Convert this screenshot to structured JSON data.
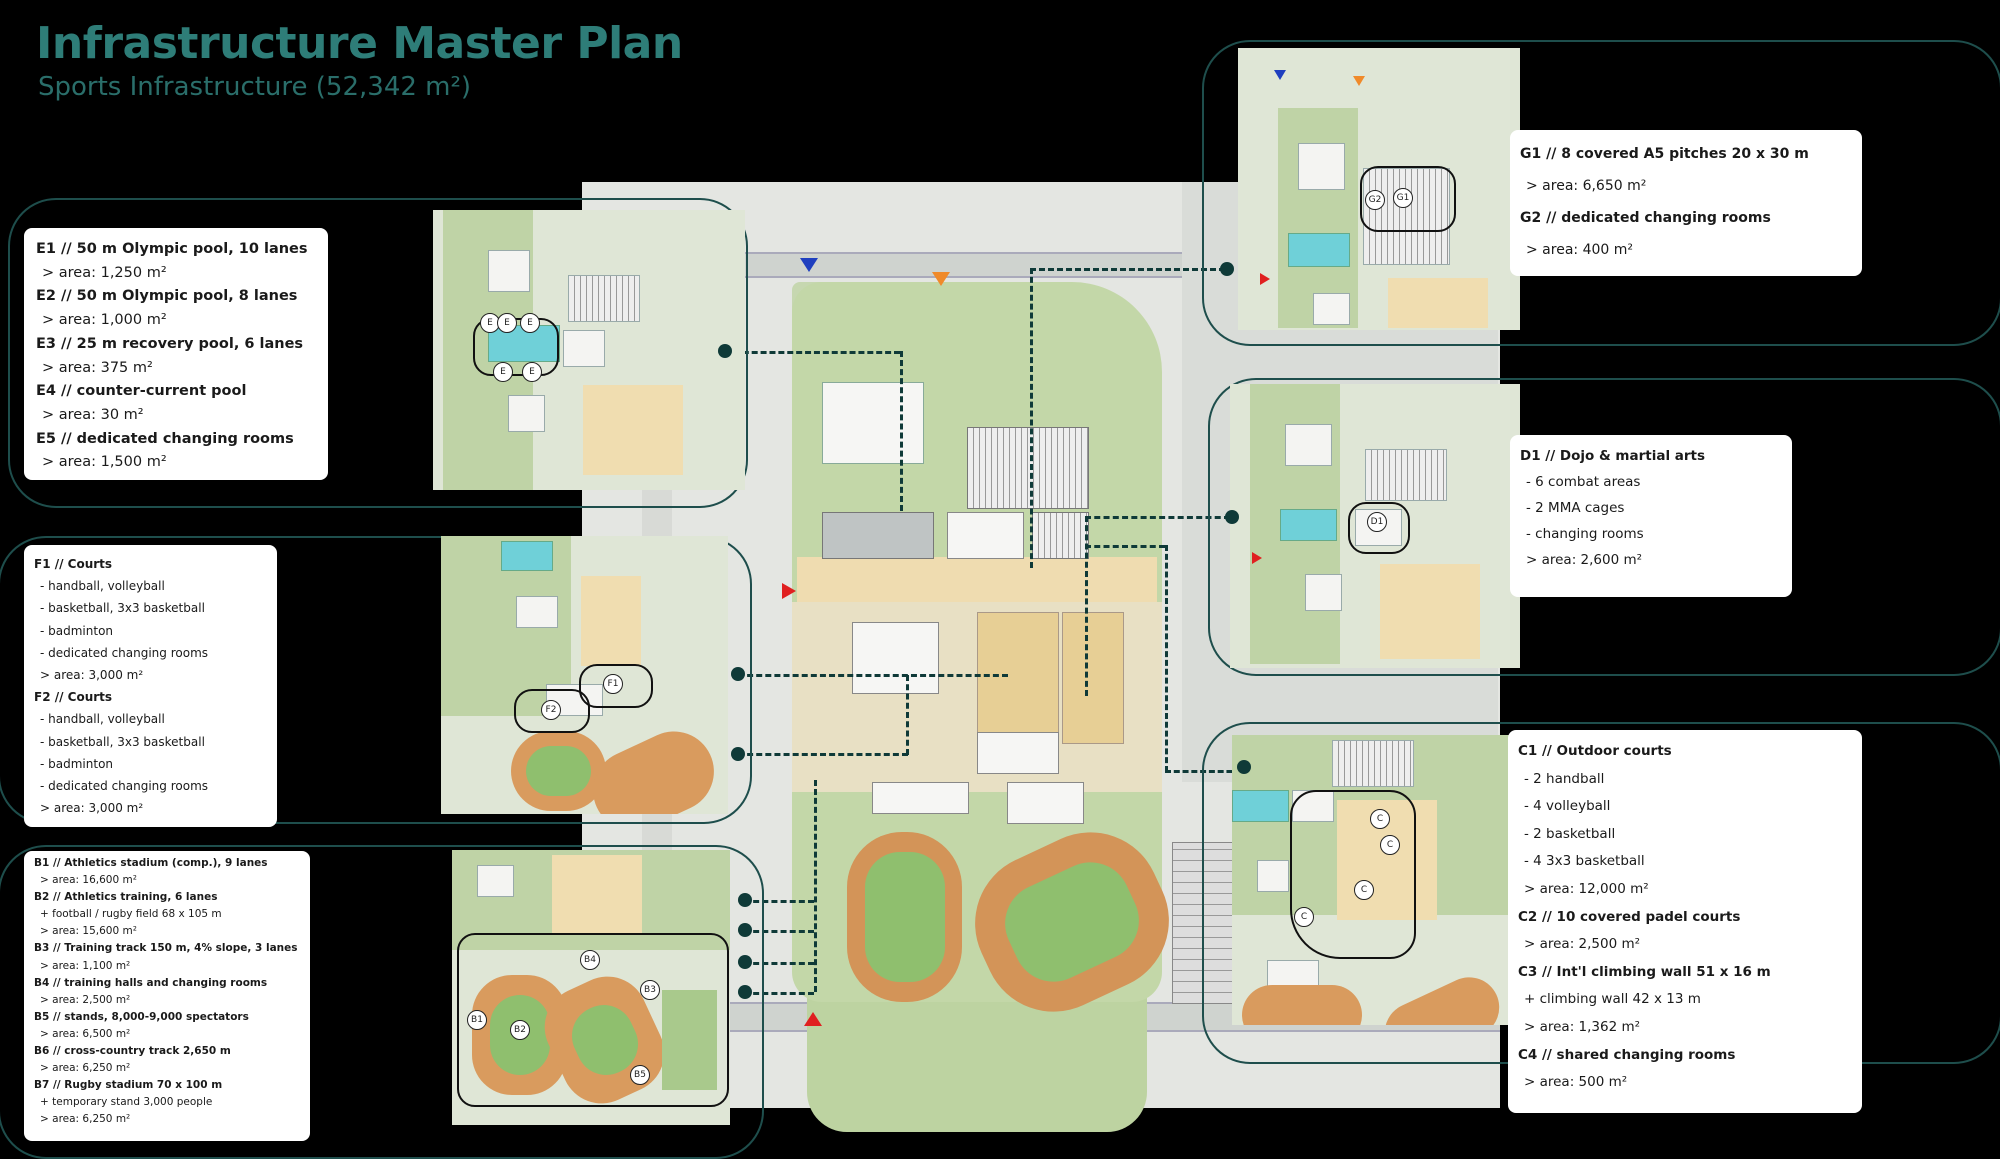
{
  "header": {
    "title": "Infrastructure Master Plan",
    "subtitle": "Sports Infrastructure (52,342 m²)"
  },
  "colors": {
    "accent": "#2e7d78",
    "frame": "#1e4e4c",
    "connector": "#0f3a38"
  },
  "zones": {
    "E": {
      "lines": [
        {
          "text": "E1 // 50 m Olympic pool, 10 lanes",
          "kind": "head"
        },
        {
          "text": "> area: 1,250 m²",
          "kind": "sub"
        },
        {
          "text": "E2 // 50 m Olympic pool, 8 lanes",
          "kind": "head"
        },
        {
          "text": "> area: 1,000 m²",
          "kind": "sub"
        },
        {
          "text": "E3 // 25 m recovery pool, 6 lanes",
          "kind": "head"
        },
        {
          "text": "> area: 375 m²",
          "kind": "sub"
        },
        {
          "text": "E4 // counter-current pool",
          "kind": "head"
        },
        {
          "text": "> area: 30 m²",
          "kind": "sub"
        },
        {
          "text": "E5 // dedicated changing rooms",
          "kind": "head"
        },
        {
          "text": "> area: 1,500 m²",
          "kind": "sub"
        }
      ],
      "markers": [
        "E",
        "E",
        "E",
        "E",
        "E"
      ]
    },
    "F": {
      "lines": [
        {
          "text": "F1 // Courts",
          "kind": "head"
        },
        {
          "text": "- handball, volleyball",
          "kind": "sub"
        },
        {
          "text": "- basketball, 3x3 basketball",
          "kind": "sub"
        },
        {
          "text": "- badminton",
          "kind": "sub"
        },
        {
          "text": "- dedicated changing rooms",
          "kind": "sub"
        },
        {
          "text": "> area: 3,000 m²",
          "kind": "sub"
        },
        {
          "text": "F2 // Courts",
          "kind": "head"
        },
        {
          "text": "- handball, volleyball",
          "kind": "sub"
        },
        {
          "text": "- basketball, 3x3 basketball",
          "kind": "sub"
        },
        {
          "text": "- badminton",
          "kind": "sub"
        },
        {
          "text": "- dedicated changing rooms",
          "kind": "sub"
        },
        {
          "text": "> area: 3,000 m²",
          "kind": "sub"
        }
      ],
      "markers": [
        "F1",
        "F2"
      ]
    },
    "B": {
      "lines": [
        {
          "text": "B1 // Athletics stadium (comp.), 9 lanes",
          "kind": "head"
        },
        {
          "text": "> area: 16,600 m²",
          "kind": "sub"
        },
        {
          "text": "B2 // Athletics training, 6 lanes",
          "kind": "head"
        },
        {
          "text": "+ football / rugby field 68 x 105 m",
          "kind": "sub"
        },
        {
          "text": "> area: 15,600 m²",
          "kind": "sub"
        },
        {
          "text": "B3 // Training track 150 m, 4% slope, 3 lanes",
          "kind": "head"
        },
        {
          "text": "> area: 1,100 m²",
          "kind": "sub"
        },
        {
          "text": "B4 // training halls and changing rooms",
          "kind": "head"
        },
        {
          "text": "> area: 2,500 m²",
          "kind": "sub"
        },
        {
          "text": "B5 // stands, 8,000-9,000 spectators",
          "kind": "head"
        },
        {
          "text": "> area: 6,500 m²",
          "kind": "sub"
        },
        {
          "text": "B6 // cross-country track 2,650 m",
          "kind": "head"
        },
        {
          "text": "> area: 6,250 m²",
          "kind": "sub"
        },
        {
          "text": "B7 // Rugby stadium 70 x 100 m",
          "kind": "head"
        },
        {
          "text": "+ temporary stand 3,000 people",
          "kind": "sub"
        },
        {
          "text": "> area: 6,250 m²",
          "kind": "sub"
        }
      ],
      "markers": [
        "B4",
        "B1",
        "B2",
        "B3",
        "B5"
      ]
    },
    "G": {
      "lines": [
        {
          "text": "G1 // 8 covered A5 pitches 20 x 30 m",
          "kind": "head"
        },
        {
          "text": "> area: 6,650 m²",
          "kind": "sub"
        },
        {
          "text": "G2 // dedicated changing rooms",
          "kind": "head"
        },
        {
          "text": "> area: 400 m²",
          "kind": "sub"
        }
      ],
      "markers": [
        "G2",
        "G1"
      ]
    },
    "D": {
      "lines": [
        {
          "text": "D1 // Dojo & martial arts",
          "kind": "head"
        },
        {
          "text": "- 6 combat areas",
          "kind": "sub"
        },
        {
          "text": "- 2 MMA cages",
          "kind": "sub"
        },
        {
          "text": "- changing rooms",
          "kind": "sub"
        },
        {
          "text": "> area: 2,600 m²",
          "kind": "sub"
        }
      ],
      "markers": [
        "D1"
      ]
    },
    "C": {
      "lines": [
        {
          "text": "C1 // Outdoor courts",
          "kind": "head"
        },
        {
          "text": "- 2 handball",
          "kind": "sub"
        },
        {
          "text": "- 4 volleyball",
          "kind": "sub"
        },
        {
          "text": "- 2 basketball",
          "kind": "sub"
        },
        {
          "text": "- 4 3x3 basketball",
          "kind": "sub"
        },
        {
          "text": "> area: 12,000 m²",
          "kind": "sub"
        },
        {
          "text": "C2 // 10 covered padel courts",
          "kind": "head"
        },
        {
          "text": "> area: 2,500 m²",
          "kind": "sub"
        },
        {
          "text": "C3 // Int'l climbing wall 51 x 16 m",
          "kind": "head"
        },
        {
          "text": "+ climbing wall 42 x 13 m",
          "kind": "sub"
        },
        {
          "text": "> area: 1,362 m²",
          "kind": "sub"
        },
        {
          "text": "C4 // shared changing rooms",
          "kind": "head"
        },
        {
          "text": "> area: 500 m²",
          "kind": "sub"
        }
      ],
      "markers": [
        "C",
        "C",
        "C",
        "C"
      ]
    }
  }
}
